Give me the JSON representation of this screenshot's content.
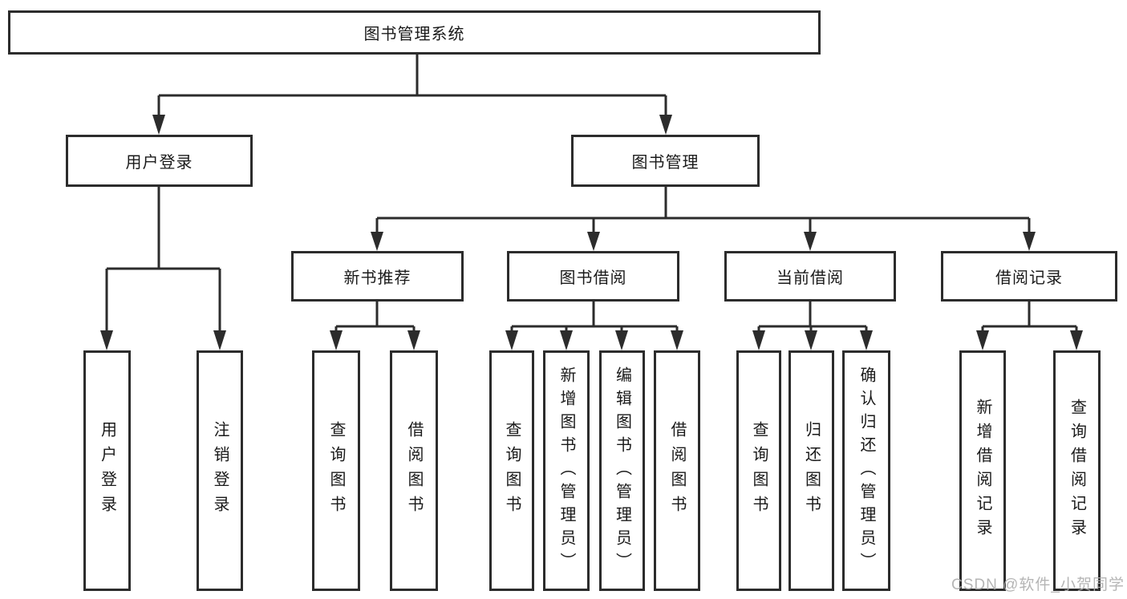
{
  "diagram": {
    "type": "hierarchy-tree",
    "root": {
      "label": "图书管理系统",
      "children": [
        {
          "label": "用户登录",
          "children": [
            {
              "label": "用户登录"
            },
            {
              "label": "注销登录"
            }
          ]
        },
        {
          "label": "图书管理",
          "children": [
            {
              "label": "新书推荐",
              "children": [
                {
                  "label": "查询图书"
                },
                {
                  "label": "借阅图书"
                }
              ]
            },
            {
              "label": "图书借阅",
              "children": [
                {
                  "label": "查询图书"
                },
                {
                  "label": "新增图书（管理员）"
                },
                {
                  "label": "编辑图书（管理员）"
                },
                {
                  "label": "借阅图书"
                }
              ]
            },
            {
              "label": "当前借阅",
              "children": [
                {
                  "label": "查询图书"
                },
                {
                  "label": "归还图书"
                },
                {
                  "label": "确认归还（管理员）"
                }
              ]
            },
            {
              "label": "借阅记录",
              "children": [
                {
                  "label": "新增借阅记录"
                },
                {
                  "label": "查询借阅记录"
                }
              ]
            }
          ]
        }
      ]
    }
  },
  "watermark": {
    "text": "CSDN @软件_小贺同学"
  },
  "colors": {
    "background": "#ffffff",
    "line": "#2c2c2c",
    "text": "#1a1a1a",
    "watermark": "#aeaeae"
  }
}
